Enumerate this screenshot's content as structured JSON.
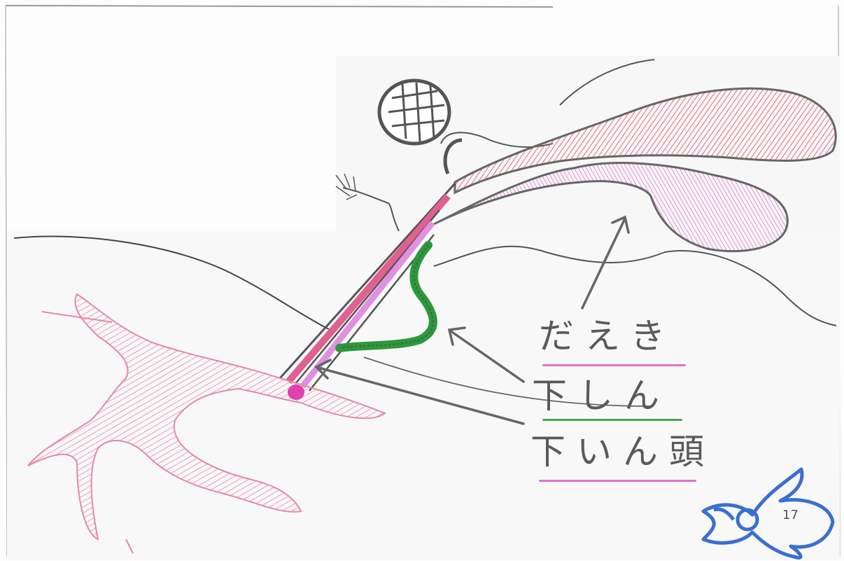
{
  "labels": {
    "daeki": "だえき",
    "shita_shin": "下しん",
    "shita_in_tou": "下いん頭"
  },
  "page_number": "17",
  "colors": {
    "daeki_underline": "#e070d0",
    "shin_underline": "#4aa84a",
    "in_tou_underline": "#e070d0",
    "stamp": "#3a6fd0",
    "pistil_tube": "#e06090",
    "ovary_tissue": "#e888b0",
    "saliva_gland": "#e090e0",
    "nerve": "#2a9a3a"
  },
  "icons": {
    "page_stamp": "moth-stamp-icon"
  }
}
